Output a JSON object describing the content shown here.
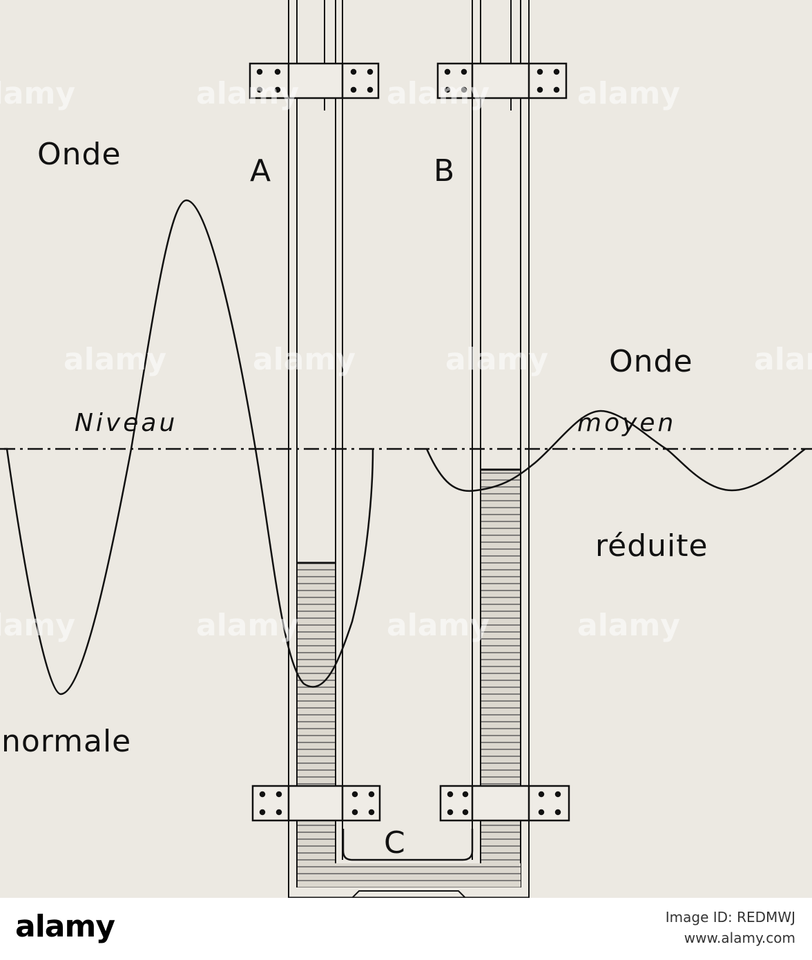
{
  "diagram": {
    "labels": {
      "onde_left": "Onde",
      "a": "A",
      "b": "B",
      "onde_right": "Onde",
      "niveau": "Niveau",
      "moyen": "moyen",
      "reduite": "réduite",
      "normale": "normale",
      "c": "C"
    }
  },
  "watermark": {
    "text": "alamy"
  },
  "footer": {
    "logo": "alamy",
    "image_id": "Image ID: REDMWJ",
    "url": "www.alamy.com"
  },
  "colors": {
    "paper": "#ece9e2",
    "ink": "#111111",
    "footer_bg": "#ffffff"
  }
}
